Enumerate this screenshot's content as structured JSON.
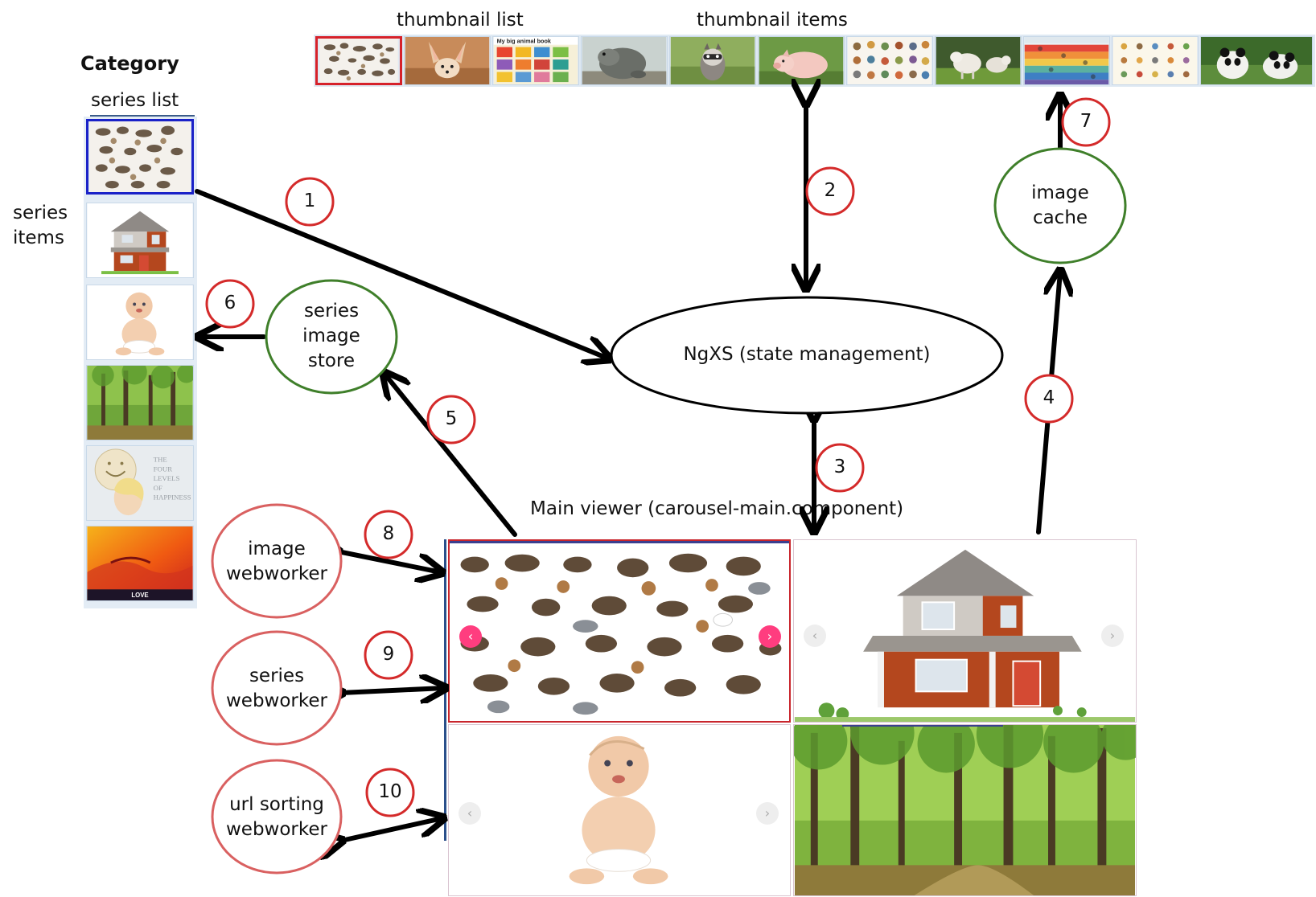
{
  "labels": {
    "thumbnail_list": "thumbnail list",
    "thumbnail_items": "thumbnail items",
    "category": "Category",
    "series_list": "series list",
    "series_items": [
      "series",
      "items"
    ],
    "main_viewer": "Main viewer (carousel-main.component)"
  },
  "nodes": {
    "ngxs": "NgXS (state management)",
    "image_cache": [
      "image",
      "cache"
    ],
    "series_image_store": [
      "series",
      "image",
      "store"
    ],
    "image_webworker": [
      "image",
      "webworker"
    ],
    "series_webworker": [
      "series",
      "webworker"
    ],
    "url_sorting_webworker": [
      "url sorting",
      "webworker"
    ]
  },
  "steps": [
    "1",
    "2",
    "3",
    "4",
    "5",
    "6",
    "7",
    "8",
    "9",
    "10"
  ],
  "thumbnails": [
    {
      "name": "thumb-animals-collage",
      "selected": true
    },
    {
      "name": "thumb-fennec-fox"
    },
    {
      "name": "thumb-animal-book",
      "text": "My big animal book"
    },
    {
      "name": "thumb-rodent"
    },
    {
      "name": "thumb-raccoon"
    },
    {
      "name": "thumb-piglet"
    },
    {
      "name": "thumb-animal-chart"
    },
    {
      "name": "thumb-lambs"
    },
    {
      "name": "thumb-animal-poster"
    },
    {
      "name": "thumb-animal-grid"
    },
    {
      "name": "thumb-panda"
    }
  ],
  "series_items": [
    {
      "name": "series-animals",
      "selected": true
    },
    {
      "name": "series-house"
    },
    {
      "name": "series-baby"
    },
    {
      "name": "series-forest"
    },
    {
      "name": "series-happiness",
      "text": [
        "THE",
        "FOUR",
        "LEVELS",
        "OF",
        "HAPPINESS"
      ]
    },
    {
      "name": "series-love",
      "text": "LOVE"
    }
  ],
  "carousel_buttons": {
    "prev": "‹",
    "next": "›"
  },
  "colors": {
    "step_circle": "#d42a2a",
    "store_ellipse": "#3f7f2a",
    "worker_ellipse": "#d96060",
    "active_pane": "#c9252c",
    "selected_series": "#1a22c8",
    "arrow": "#000000"
  }
}
